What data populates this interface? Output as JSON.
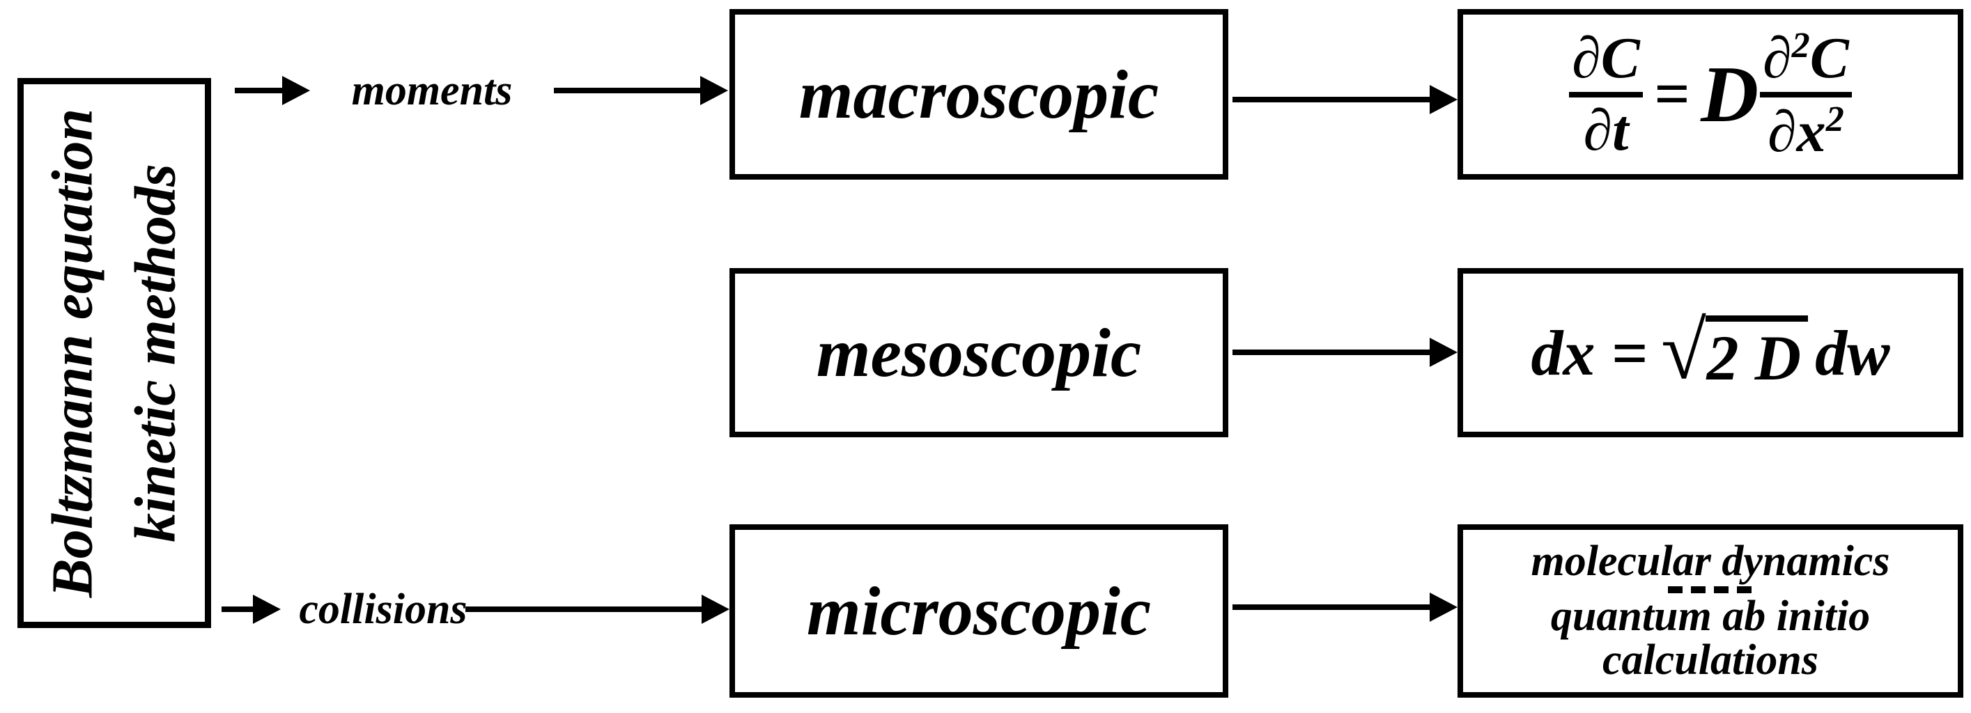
{
  "diagram": {
    "source_box": {
      "line1": "Boltzmann equation",
      "line2": "kinetic methods"
    },
    "branch_labels": {
      "top": "moments",
      "bottom": "collisions"
    },
    "levels": {
      "macroscopic": "macroscopic",
      "mesoscopic": "mesoscopic",
      "microscopic": "microscopic"
    },
    "outcomes": {
      "macroscopic_equation": {
        "lhs_num": "∂C",
        "lhs_den": "∂t",
        "equals": "=",
        "diffusion_coefficient": "D",
        "rhs_num_partial": "∂",
        "rhs_num_sup": "2",
        "rhs_num_var": "C",
        "rhs_den_base": "∂x",
        "rhs_den_sup": "2"
      },
      "mesoscopic_equation": {
        "lhs": "dx =",
        "radical_sign": "√",
        "radicand": "2 D",
        "tail": "dw"
      },
      "microscopic_methods": {
        "line1": "molecular dynamics",
        "line2": "quantum ab initio",
        "line3": "calculations"
      }
    },
    "colors": {
      "ink": "#000000",
      "background": "#ffffff"
    }
  }
}
